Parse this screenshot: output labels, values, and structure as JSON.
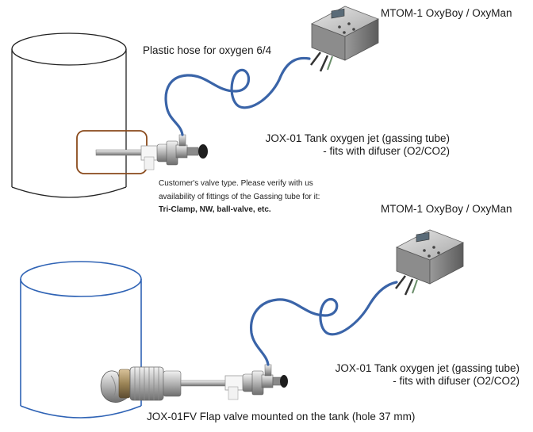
{
  "top": {
    "controller_label": "MTOM-1 OxyBoy / OxyMan",
    "hose_label": "Plastic hose for oxygen 6/4",
    "jet_line1": "JOX-01 Tank oxygen jet (gassing tube)",
    "jet_line2": "- fits with difuser (O2/CO2)",
    "note_line1": "Customer's valve type. Please verify with us",
    "note_line2": "availability of fittings of the Gassing tube for it:",
    "note_line3": "Tri-Clamp, NW, ball-valve, etc."
  },
  "bottom": {
    "controller_label": "MTOM-1 OxyBoy / OxyMan",
    "jet_line1": "JOX-01 Tank oxygen jet (gassing tube)",
    "jet_line2": "- fits with difuser (O2/CO2)",
    "flap_label": "JOX-01FV Flap valve mounted on the tank (hole 37 mm)"
  },
  "colors": {
    "tank_top": "#222222",
    "tank_bottom": "#2f63b5",
    "hose": "#3a64a8",
    "highlight_box": "#8a4a1c"
  }
}
